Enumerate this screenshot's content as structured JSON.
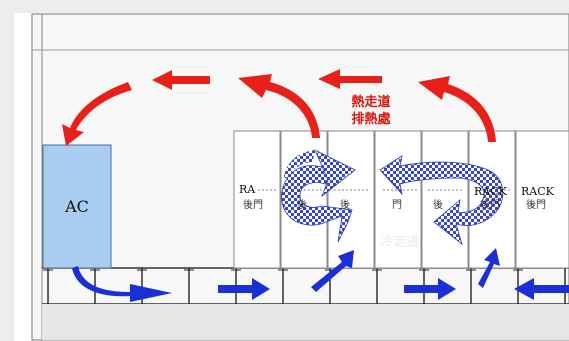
{
  "labels": {
    "ac": "AC",
    "hot_aisle": [
      "熱走道",
      "排熱處"
    ],
    "cold_aisle": "冷走道",
    "rack_label": "RACK",
    "rack_label_partial": "RA",
    "rear_door": "後門",
    "rear_door_partial_left": "後",
    "rear_door_partial_right": "門"
  },
  "colors": {
    "hot_air": "#e8201a",
    "cold_air": "#1a2fd6",
    "ac_fill": "#a9cdf0",
    "hot_text": "#d8140e",
    "cold_text": "#e8e8f6",
    "swirl": "#3848c8"
  },
  "icons": {
    "hot_flow": "red-curved-arrow",
    "cold_flow": "blue-arrow",
    "circulation": "checkered-swirl-arrow"
  }
}
